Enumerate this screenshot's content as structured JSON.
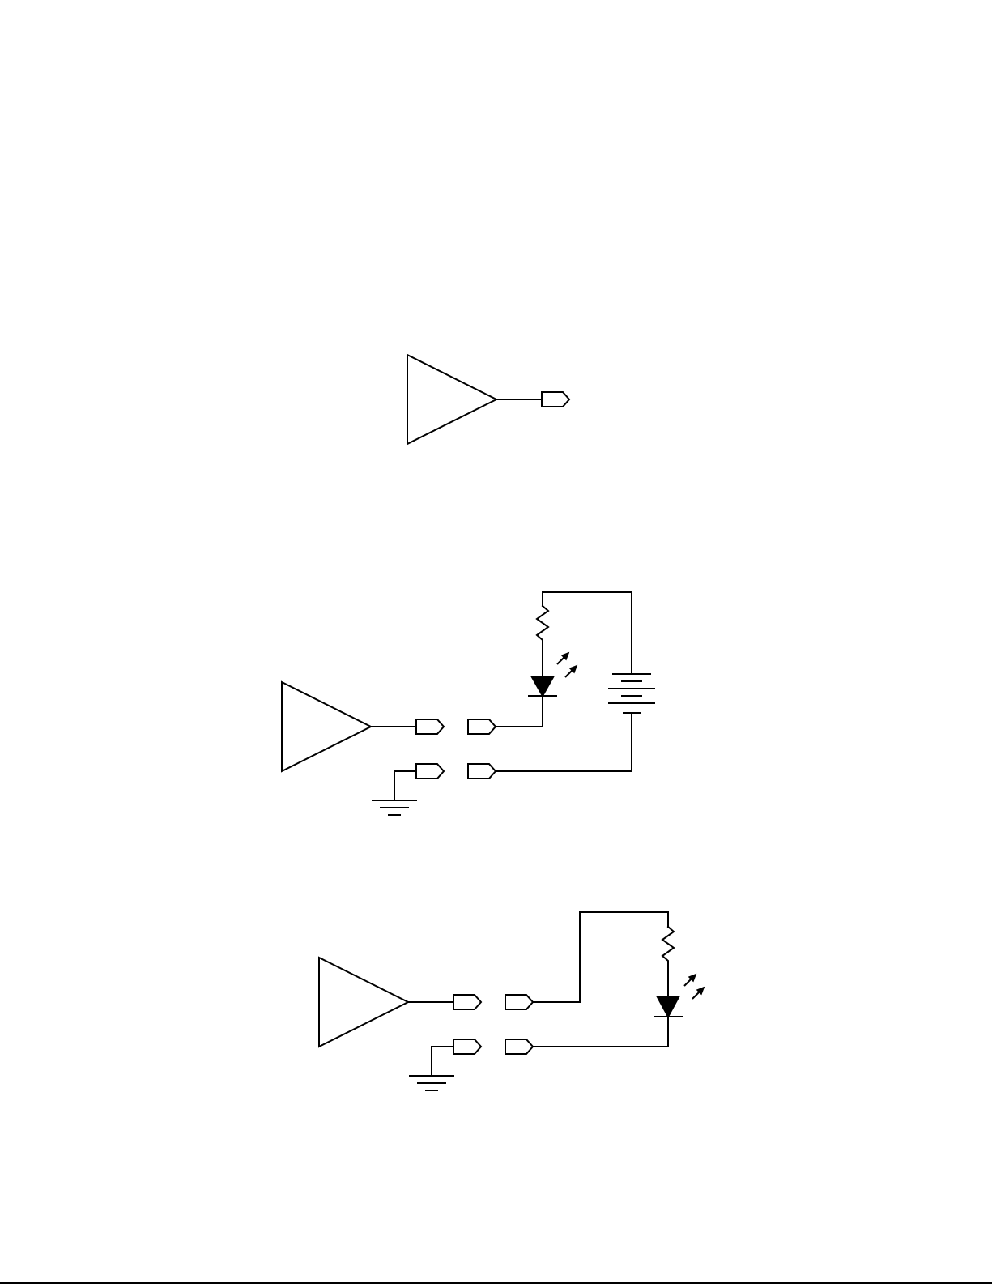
{
  "colors": {
    "background": "#ffffff",
    "line": "#000000",
    "footer_link": "#0000ff"
  },
  "figures": [
    {
      "id": "figure-1",
      "components": [
        "amplifier-triangle",
        "output-connector"
      ]
    },
    {
      "id": "figure-2",
      "components": [
        "amplifier-triangle",
        "output-connector",
        "ground-connector",
        "ground-symbol",
        "mating-connector",
        "mating-connector",
        "resistor",
        "led",
        "battery"
      ]
    },
    {
      "id": "figure-3",
      "components": [
        "amplifier-triangle",
        "output-connector",
        "ground-connector",
        "ground-symbol",
        "mating-connector",
        "mating-connector",
        "resistor",
        "led"
      ]
    }
  ]
}
